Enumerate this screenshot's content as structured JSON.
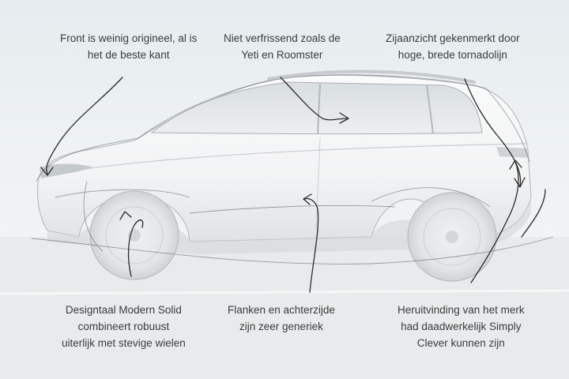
{
  "annotations": {
    "front": {
      "line1": "Front is weinig origineel, al is",
      "line2": "het de beste kant"
    },
    "roofline": {
      "line1": "Niet verfrissend zoals de",
      "line2": "Yeti en Roomster"
    },
    "side_view": {
      "line1": "Zijaanzicht gekenmerkt door",
      "line2": "hoge, brede tornadolijn"
    },
    "design_language": {
      "line1": "Designtaal Modern Solid",
      "line2": "combineert robuust",
      "line3": "uiterlijk met stevige wielen"
    },
    "flanks": {
      "line1": "Flanken en achterzijde",
      "line2": "zijn zeer generiek"
    },
    "brand": {
      "line1": "Heruitvinding van het merk",
      "line2": "had daadwerkelijk Simply",
      "line3": "Clever kunnen zijn"
    }
  },
  "colors": {
    "text": "#3c3c3c",
    "ink": "#2a2a2a",
    "car_body": "#f4f5f6",
    "background": "#eaeff1"
  }
}
